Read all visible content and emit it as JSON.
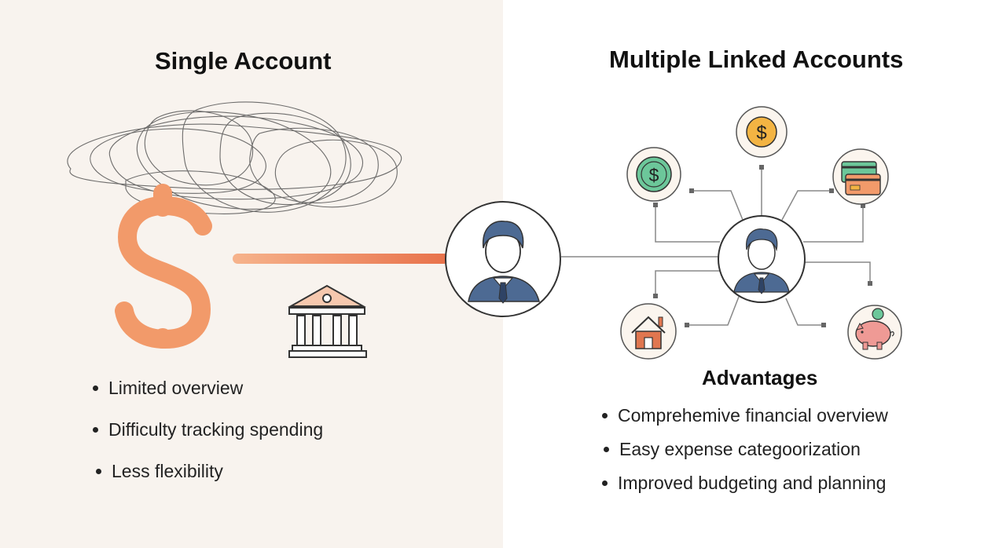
{
  "left": {
    "title": "Single Account",
    "bullets": [
      "Limited overview",
      "Difficulty tracking spending",
      "Less flexibility"
    ]
  },
  "right": {
    "title": "Multiple Linked Accounts",
    "advantages_title": "Advantages",
    "bullets": [
      "Comprehemive financial overview",
      "Easy expense categoorization",
      "Improved budgeting and planning"
    ]
  },
  "icons": {
    "dollar_coin_top": "$",
    "dollar_coin_left": "$",
    "big_dollar": "$"
  },
  "colors": {
    "left_bg": "#f8f3ee",
    "orange": "#f29a6a",
    "line_orange": "#ea7a4e",
    "green": "#6cc79a",
    "gold": "#f3b443",
    "navy": "#4d6a93",
    "pig": "#ef9a95",
    "house": "#e0764f"
  }
}
